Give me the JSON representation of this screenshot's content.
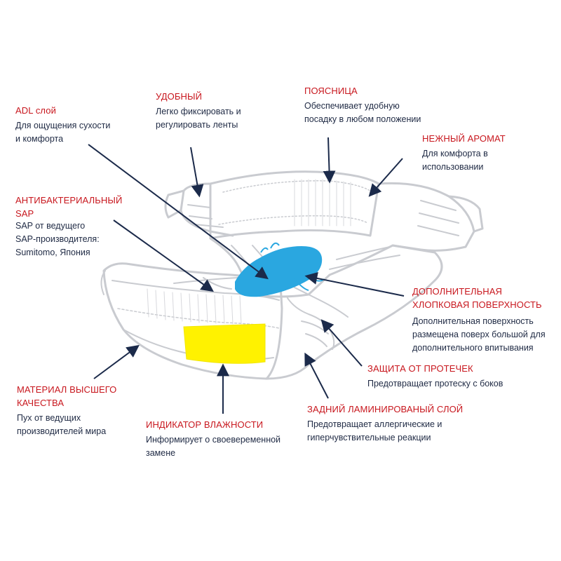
{
  "callouts": {
    "adl": {
      "title": "ADL слой",
      "desc": "Для ощущения сухости\nи комфорта"
    },
    "comfortable": {
      "title": "УДОБНЫЙ",
      "desc": "Легко фиксировать и\nрегулировать ленты"
    },
    "waist": {
      "title": "ПОЯСНИЦА",
      "desc": "Обеспечивает удобную\nпосадку в любом положении"
    },
    "aroma": {
      "title": "НЕЖНЫЙ АРОМАТ",
      "desc": "Для комфорта в\nиспользовании"
    },
    "sap": {
      "title": "АНТИБАКТЕРИАЛЬНЫЙ\nSAP",
      "desc": "SAP от ведущего\nSAP-производителя:\nSumitomo, Япония"
    },
    "cotton": {
      "title": "ДОПОЛНИТЕЛЬНАЯ\nХЛОПКОВАЯ ПОВЕРХНОСТЬ",
      "desc": "Дополнительная поверхность\nразмещена поверх большой для\nдополнительного впитывания"
    },
    "leak": {
      "title": "ЗАЩИТА ОТ ПРОТЕЧЕК",
      "desc": "Предотвращает протеску с боков"
    },
    "material": {
      "title": "МАТЕРИАЛ ВЫСШЕГО\nКАЧЕСТВА",
      "desc": "Пух от ведущих\nпроизводителей мира"
    },
    "wetness": {
      "title": "ИНДИКАТОР ВЛАЖНОСТИ",
      "desc": "Информирует о своевеременной\nзамене"
    },
    "backsheet": {
      "title": "ЗАДНИЙ ЛАМИНИРОВАНЫЙ СЛОЙ",
      "desc": "Предотвращает аллергические и\nгиперчувствительные реакции"
    }
  },
  "colors": {
    "title": "#c8171e",
    "text": "#1f2a44",
    "arrow": "#1b2a4a",
    "outline": "#c9cbd0",
    "absorbent": "#2aa7e0",
    "indicator": "#fff200"
  }
}
